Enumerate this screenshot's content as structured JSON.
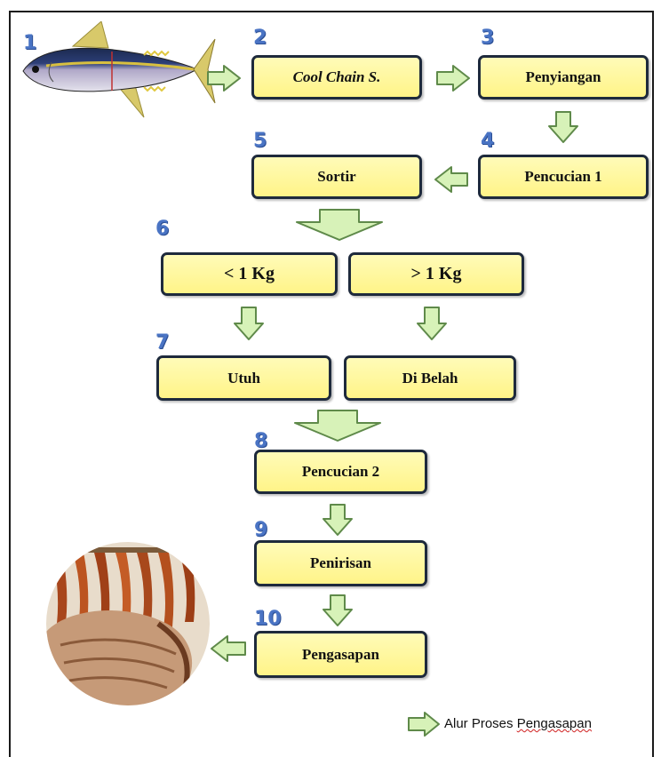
{
  "steps": {
    "s2": {
      "number": "2",
      "label": "Cool Chain S."
    },
    "s3": {
      "number": "3",
      "label": "Penyiangan"
    },
    "s4": {
      "number": "4",
      "label": "Pencucian 1"
    },
    "s5": {
      "number": "5",
      "label": "Sortir"
    },
    "s6a": {
      "number": "6",
      "label": "< 1 Kg"
    },
    "s6b": {
      "label": "> 1 Kg"
    },
    "s7a": {
      "number": "7",
      "label": "Utuh"
    },
    "s7b": {
      "label": "Di Belah"
    },
    "s8": {
      "number": "8",
      "label": "Pencucian 2"
    },
    "s9": {
      "number": "9",
      "label": "Penirisan"
    },
    "s10": {
      "number": "10",
      "label": "Pengasapan"
    }
  },
  "start_number": "1",
  "legend": {
    "prefix": "Alur Proses ",
    "word": "Pengasapan"
  },
  "colors": {
    "box_fill": "#fff488",
    "box_border": "#1e2a3c",
    "arrow_fill": "#d7f2b8",
    "arrow_stroke": "#5f8a4a",
    "number": "#4a74c4"
  },
  "images": {
    "start": "tuna-fish-image",
    "end": "smoked-fish-image"
  }
}
